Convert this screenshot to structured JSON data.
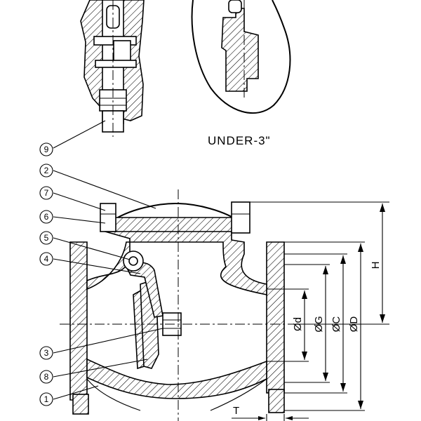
{
  "caption": "UNDER-3\"",
  "part_numbers": [
    "1",
    "2",
    "3",
    "4",
    "5",
    "6",
    "7",
    "8",
    "9"
  ],
  "dimensions": {
    "H": "H",
    "d": "Ød",
    "G": "ØG",
    "C": "ØC",
    "D": "ØD",
    "T": "T"
  }
}
